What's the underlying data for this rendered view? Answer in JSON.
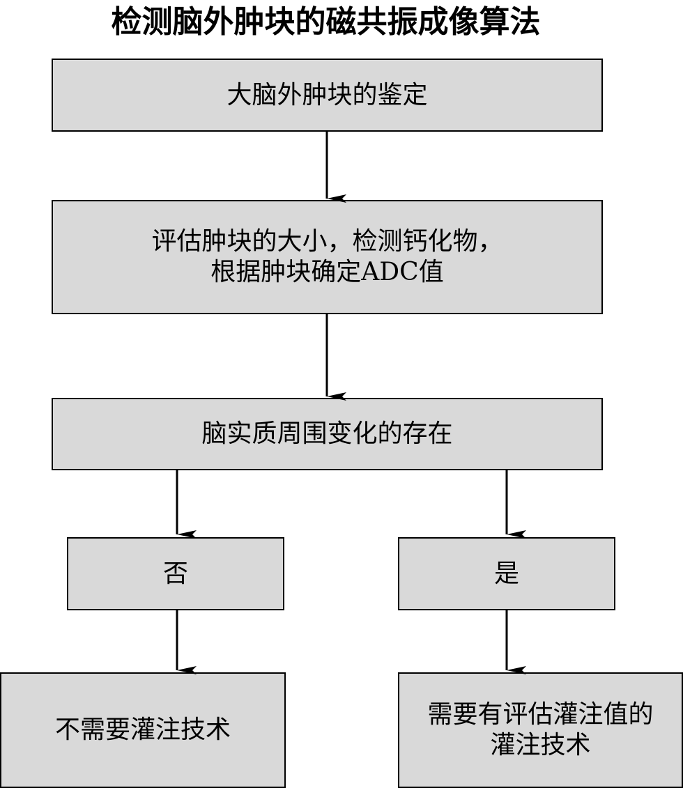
{
  "title": "检测脑外肿块的磁共振成像算法",
  "nodes": {
    "step1": "大脑外肿块的鉴定",
    "step2_line1": "评估肿块的大小，检测钙化物，",
    "step2_line2": "根据肿块确定ADC值",
    "step3": "脑实质周围变化的存在",
    "branch_no": "否",
    "branch_yes": "是",
    "result_no": "不需要灌注技术",
    "result_yes_line1": "需要有评估灌注值的",
    "result_yes_line2": "灌注技术"
  },
  "colors": {
    "box_fill": "#d9d9d9",
    "stroke": "#000000"
  }
}
